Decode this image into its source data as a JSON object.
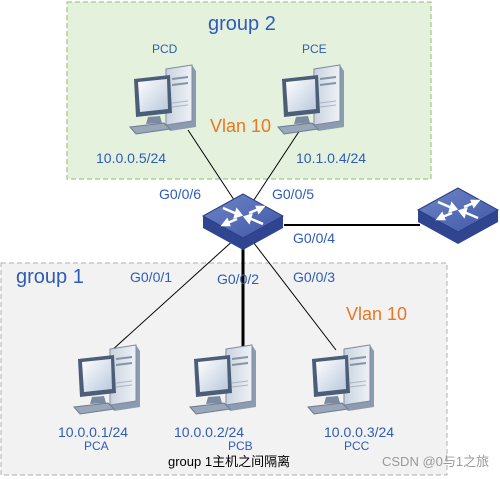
{
  "colors": {
    "text_blue": "#2e5cb8",
    "vlan_orange": "#e87722",
    "group2_fill": "#e4f1dc",
    "group2_border": "#8bbf6b",
    "group1_fill": "#f2f2f2",
    "group1_border": "#b0b0b0",
    "link": "#000000"
  },
  "groups": {
    "group2": {
      "title": "group 2",
      "vlan": "Vlan 10"
    },
    "group1": {
      "title": "group 1",
      "vlan": "Vlan 10"
    }
  },
  "hosts": {
    "pcd": {
      "name": "PCD",
      "ip": "10.0.0.5/24",
      "icon": "desktop-computer-icon"
    },
    "pce": {
      "name": "PCE",
      "ip": "10.1.0.4/24",
      "icon": "desktop-computer-icon"
    },
    "pca": {
      "name": "PCA",
      "ip": "10.0.0.1/24",
      "icon": "desktop-computer-icon"
    },
    "pcb": {
      "name": "PCB",
      "ip": "10.0.0.2/24",
      "icon": "desktop-computer-icon"
    },
    "pcc": {
      "name": "PCC",
      "ip": "10.0.0.3/24",
      "icon": "desktop-computer-icon"
    }
  },
  "switches": {
    "main": {
      "icon": "network-switch-icon"
    },
    "peer": {
      "icon": "network-switch-icon"
    }
  },
  "ports": {
    "to_pcd": "G0/0/6",
    "to_pce": "G0/0/5",
    "to_peer": "G0/0/4",
    "to_pca": "G0/0/1",
    "to_pcb": "G0/0/2",
    "to_pcc": "G0/0/3"
  },
  "caption": "group 1主机之间隔离",
  "watermark": "CSDN @0与1之旅"
}
